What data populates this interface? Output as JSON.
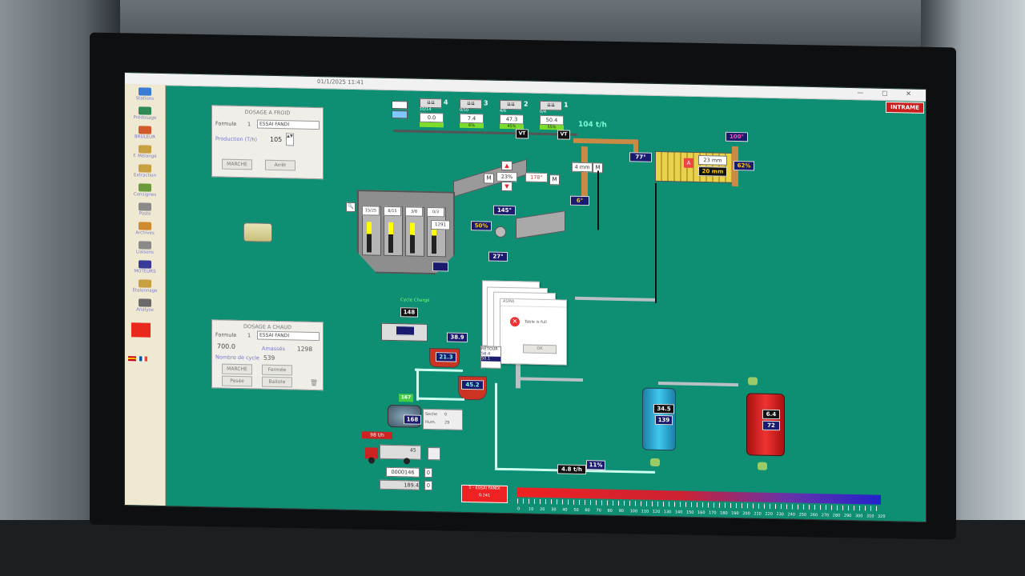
{
  "window": {
    "title": "01/1/2025 11:41",
    "controls": "— ▢ ✕",
    "logo": "INTRAME"
  },
  "sidebar": {
    "items": [
      {
        "label": "Stations",
        "color": "#3a7bd5"
      },
      {
        "label": "Prédosage",
        "color": "#2e8b57"
      },
      {
        "label": "BRÛLEUR",
        "color": "#d25a2a"
      },
      {
        "label": "F. Mélangé",
        "color": "#c8a040"
      },
      {
        "label": "Extraction",
        "color": "#c8a040"
      },
      {
        "label": "Consignes",
        "color": "#6a9a3a"
      },
      {
        "label": "Poste",
        "color": "#8a8a8a"
      },
      {
        "label": "Archives",
        "color": "#d08a30"
      },
      {
        "label": "Liaisons",
        "color": "#8a8a8a"
      },
      {
        "label": "MOTEURS",
        "color": "#3a3a9a"
      },
      {
        "label": "Étalonnage",
        "color": "#c8a040"
      },
      {
        "label": "Analyse",
        "color": "#6a6a6a"
      }
    ],
    "alarm_color": "#e8291c"
  },
  "dosage_froid": {
    "title": "DOSAGE A FROID",
    "formula_label": "Formule",
    "formula_num": "1",
    "formula_name": "ESSAI FANDI",
    "production_label": "Production (T/h)",
    "production_value": "105",
    "start_label": "MARCHE",
    "stop_label": "Arrêt"
  },
  "dosage_chaud": {
    "title": "DOSAGE A CHAUD",
    "formula_label": "Formule",
    "formula_num": "1",
    "formula_name": "ESSAI FANDI",
    "temp_value": "700.0",
    "amassed_label": "Amassés",
    "amassed_value": "1298",
    "cycles_label": "Nombre de cycle",
    "cycles_value": "539",
    "start_label": "MARCHE",
    "close_label": "Fermée",
    "weigh_label": "Pesée",
    "ballast_label": "Ballote"
  },
  "feeders": {
    "hoppers": [
      {
        "num": "4",
        "range": "10/14",
        "value": "0.0",
        "pct": ""
      },
      {
        "num": "3",
        "range": "0/10",
        "value": "7.4",
        "pct": "6%"
      },
      {
        "num": "2",
        "range": "4/6",
        "value": "47.3",
        "pct": "45%"
      },
      {
        "num": "1",
        "range": "0/4",
        "value": "50.4",
        "pct": "55%"
      }
    ],
    "belt_flow": "104 t/h",
    "vt_label": "VT"
  },
  "dryer": {
    "inlet_temp": "77°",
    "outlet_temp": "100°",
    "burner_pct": "62%",
    "depression": "23 mm",
    "pressure": "20 mm",
    "burner_label": "A",
    "elevator_depth": "4 mm",
    "elevator_temp": "6°"
  },
  "filter": {
    "damper_pct": "23%",
    "temp": "145°",
    "fan_temp": "178°",
    "fan_pct": "50%",
    "gas_temp": "27°",
    "m_label": "M"
  },
  "hot_bins": {
    "ranges": [
      "15/25",
      "8/15",
      "3/8",
      "0/3"
    ],
    "value": "1291"
  },
  "mixer": {
    "cycle_label": "Cycle Chargé",
    "cycle_value": "148",
    "agg_value": "38.9",
    "bitumen_value": "21.3",
    "filler_value": "45.2",
    "retour_label": "RETOUR",
    "retour_v1": "58.4",
    "retour_v2": "50.1",
    "green_value": "167",
    "truck_pct": "168",
    "seche_label": "Seche",
    "seche_value": "0",
    "hum_label": "Hum.",
    "hum_value": "29",
    "flow_value": "98 t/h",
    "truck_value": "45",
    "counter1": "0000146",
    "counter2": "189.4"
  },
  "tanks": {
    "blue_value1": "34.5",
    "blue_value2": "139",
    "red_value1": "6.4",
    "red_value2": "72",
    "flow_value": "4.8 t/h",
    "pct_value": "11%"
  },
  "dialog": {
    "title": "ASMA",
    "message": "Table is full",
    "ok": "OK",
    "retour_label": "RETOUR"
  },
  "status": {
    "formula_label": "1 - ESSAI FANDI",
    "formula_value": "0.241",
    "scale_ticks": [
      "0",
      "10",
      "20",
      "30",
      "40",
      "50",
      "60",
      "70",
      "80",
      "90",
      "100",
      "110",
      "120",
      "130",
      "140",
      "150",
      "160",
      "170",
      "180",
      "190",
      "200",
      "210",
      "220",
      "230",
      "240",
      "250",
      "260",
      "270",
      "280",
      "290",
      "300",
      "310",
      "320"
    ]
  }
}
